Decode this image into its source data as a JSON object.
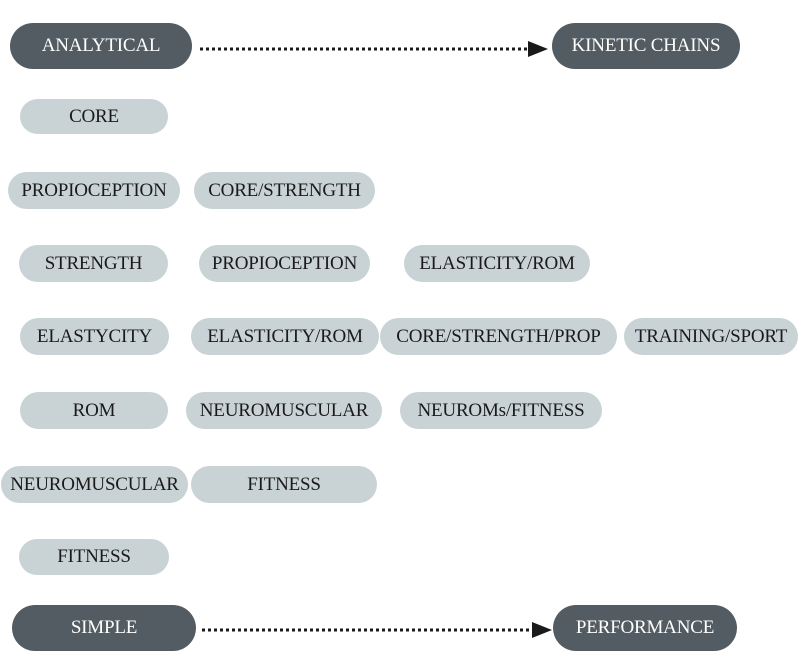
{
  "top": {
    "start": "ANALYTICAL",
    "end": "KINETIC CHAINS"
  },
  "bottom": {
    "start": "SIMPLE",
    "end": "PERFORMANCE"
  },
  "rows": [
    [
      "CORE"
    ],
    [
      "PROPIOCEPTION",
      "CORE/STRENGTH"
    ],
    [
      "STRENGTH",
      "PROPIOCEPTION",
      "ELASTICITY/ROM"
    ],
    [
      "ELASTYCITY",
      "ELASTICITY/ROM",
      "CORE/STRENGTH/PROP",
      "TRAINING/SPORT"
    ],
    [
      "ROM",
      "NEUROMUSCULAR",
      "NEUROMs/FITNESS"
    ],
    [
      "NEUROMUSCULAR",
      "FITNESS"
    ],
    [
      "FITNESS"
    ]
  ],
  "colors": {
    "dark": "#535c62",
    "light": "#c9d3d5",
    "arrow": "#1a1a1a"
  }
}
